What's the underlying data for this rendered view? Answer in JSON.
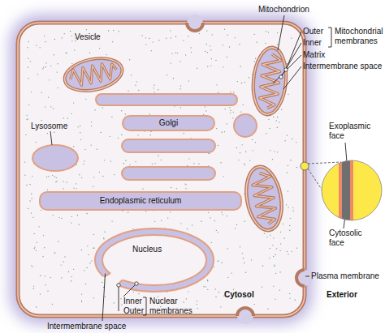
{
  "diagram": {
    "nodes": [
      {
        "text": [
          "Cytosol"
        ]
      },
      {
        "text": [
          "Golgi"
        ],
        "in": 0
      },
      {
        "text": [
          "Endoplasmic reticulum"
        ],
        "in": 0
      },
      {
        "text": [
          "Nucleus"
        ],
        "in": 0
      }
    ],
    "labels": [
      "Vesicle",
      "Mitochondrion",
      "Outer",
      "Inner",
      "Mitochondrial membranes",
      "Matrix",
      "Intermembrane space",
      "Exoplasmic face",
      "Cytosolic face",
      "Lysosome",
      "Plasma membrane",
      "Exterior",
      "Inner",
      "Outer",
      "Nuclear membranes",
      "Intermembrane space"
    ]
  }
}
